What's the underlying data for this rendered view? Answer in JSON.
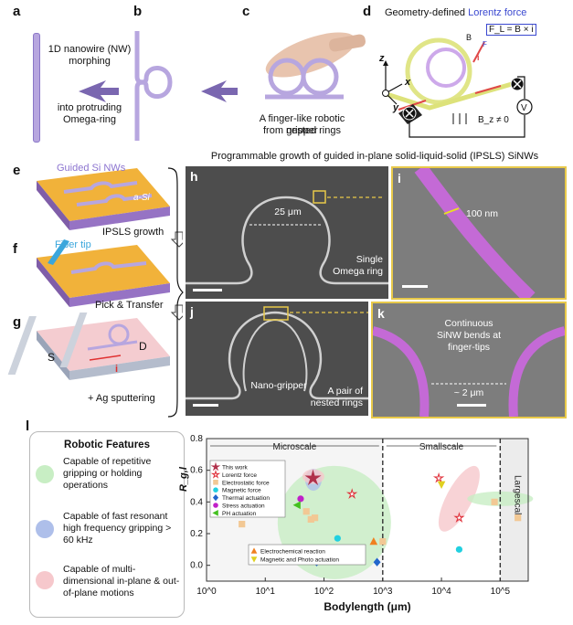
{
  "panels": {
    "a": "a",
    "b": "b",
    "c": "c",
    "d": "d",
    "e": "e",
    "f": "f",
    "g": "g",
    "h": "h",
    "i": "i",
    "j": "j",
    "k": "k",
    "l": "l"
  },
  "panel_b": {
    "line1": "1D nanowire (NW)",
    "line2": "morphing",
    "line3": "into protruding",
    "line4": "Omega-ring"
  },
  "panel_c": {
    "line1": "A finger-like robotic gripper",
    "line2": "from nested rings"
  },
  "panel_d": {
    "title_prefix": "Geometry-defined ",
    "title_highlight": "Lorentz force",
    "formula": "F_L = B × i",
    "bz": "B_z ≠ 0",
    "axis_z": "z",
    "axis_x": "x",
    "axis_y": "y",
    "b_label": "B",
    "i_label": "i",
    "f_label": "F"
  },
  "panel_e": {
    "guided": "Guided Si NWs",
    "asi": "a-Si",
    "caption": "IPSLS growth"
  },
  "panel_f": {
    "tip": "Fiber tip",
    "caption": "Pick & Transfer"
  },
  "panel_g": {
    "s": "S",
    "d": "D",
    "i": "i",
    "caption": "+ Ag sputtering"
  },
  "middle_title": "Programmable growth of guided in-plane solid-liquid-solid (IPSLS) SiNWs",
  "panel_h": {
    "dim": "25 μm",
    "line1": "Single",
    "line2": "Omega ring"
  },
  "panel_i": {
    "dim": "100 nm"
  },
  "panel_j": {
    "label": "Nano-gripper",
    "line1": "A pair of",
    "line2": "nested rings"
  },
  "panel_k": {
    "line1": "Continuous",
    "line2": "SiNW bends at",
    "line3": "finger-tips",
    "dim": "~ 2 μm"
  },
  "robotic_features": {
    "title": "Robotic Features",
    "items": [
      {
        "text": "Capable of repetitive gripping or holding operations",
        "color": "#c8eec4"
      },
      {
        "text": "Capable of fast resonant high frequency gripping > 60 kHz",
        "color": "#aebfea"
      },
      {
        "text": "Capable of multi-dimensional in-plane & out-of-plane motions",
        "color": "#f6c8cc"
      }
    ]
  },
  "chart_data": {
    "type": "scatter",
    "xlabel": "Bodylength (μm)",
    "ylabel": "R_g,l",
    "xscale": "log",
    "xlim": [
      1,
      300000
    ],
    "ylim": [
      -0.1,
      0.8
    ],
    "xticks": [
      "10^0",
      "10^1",
      "10^2",
      "10^3",
      "10^4",
      "10^5"
    ],
    "yticks": [
      "0.0",
      "0.2",
      "0.4",
      "0.6",
      "0.8"
    ],
    "regions": [
      {
        "name": "Microscale",
        "x": [
          1,
          1000
        ]
      },
      {
        "name": "Smallscale",
        "x": [
          1000,
          100000
        ]
      },
      {
        "name": "Largescale",
        "x": [
          100000,
          300000
        ]
      }
    ],
    "legend": [
      {
        "name": "This work",
        "marker": "star",
        "color": "#b0304a"
      },
      {
        "name": "Lorentz force",
        "marker": "star-open",
        "color": "#e0303a"
      },
      {
        "name": "Electrostatic force",
        "marker": "square",
        "color": "#f2c894"
      },
      {
        "name": "Magnetic force",
        "marker": "circle",
        "color": "#22d0e0"
      },
      {
        "name": "Thermal actuation",
        "marker": "diamond",
        "color": "#2266cc"
      },
      {
        "name": "Stress actuation",
        "marker": "circle",
        "color": "#c020c8"
      },
      {
        "name": "PH actuation",
        "marker": "triangle-left",
        "color": "#44c020"
      },
      {
        "name": "Electrochemical reaction",
        "marker": "triangle-up",
        "color": "#f08020"
      },
      {
        "name": "Magnetic and Photo actuation",
        "marker": "triangle-down",
        "color": "#e0d020"
      }
    ],
    "series": [
      {
        "name": "This work",
        "x": [
          65
        ],
        "y": [
          0.55
        ]
      },
      {
        "name": "Lorentz force",
        "x": [
          300,
          9000,
          20000
        ],
        "y": [
          0.45,
          0.55,
          0.3
        ]
      },
      {
        "name": "Electrostatic force",
        "x": [
          4,
          50,
          60,
          70,
          1000,
          80000,
          200000
        ],
        "y": [
          0.26,
          0.34,
          0.29,
          0.3,
          0.15,
          0.4,
          0.3
        ]
      },
      {
        "name": "Magnetic force",
        "x": [
          170,
          20000
        ],
        "y": [
          0.17,
          0.1
        ]
      },
      {
        "name": "Thermal actuation",
        "x": [
          75,
          800
        ],
        "y": [
          0.02,
          0.02
        ]
      },
      {
        "name": "Stress actuation",
        "x": [
          40
        ],
        "y": [
          0.42
        ]
      },
      {
        "name": "PH actuation",
        "x": [
          35
        ],
        "y": [
          0.38
        ]
      },
      {
        "name": "Electrochemical reaction",
        "x": [
          700
        ],
        "y": [
          0.15
        ]
      },
      {
        "name": "Magnetic and Photo actuation",
        "x": [
          10000
        ],
        "y": [
          0.51
        ]
      }
    ],
    "ellipses": [
      {
        "color": "#c8eec4",
        "note": "repetitive gripping"
      },
      {
        "color": "#aebfea",
        "note": "fast resonant"
      },
      {
        "color": "#f6c8cc",
        "note": "multi-dimensional"
      }
    ]
  }
}
